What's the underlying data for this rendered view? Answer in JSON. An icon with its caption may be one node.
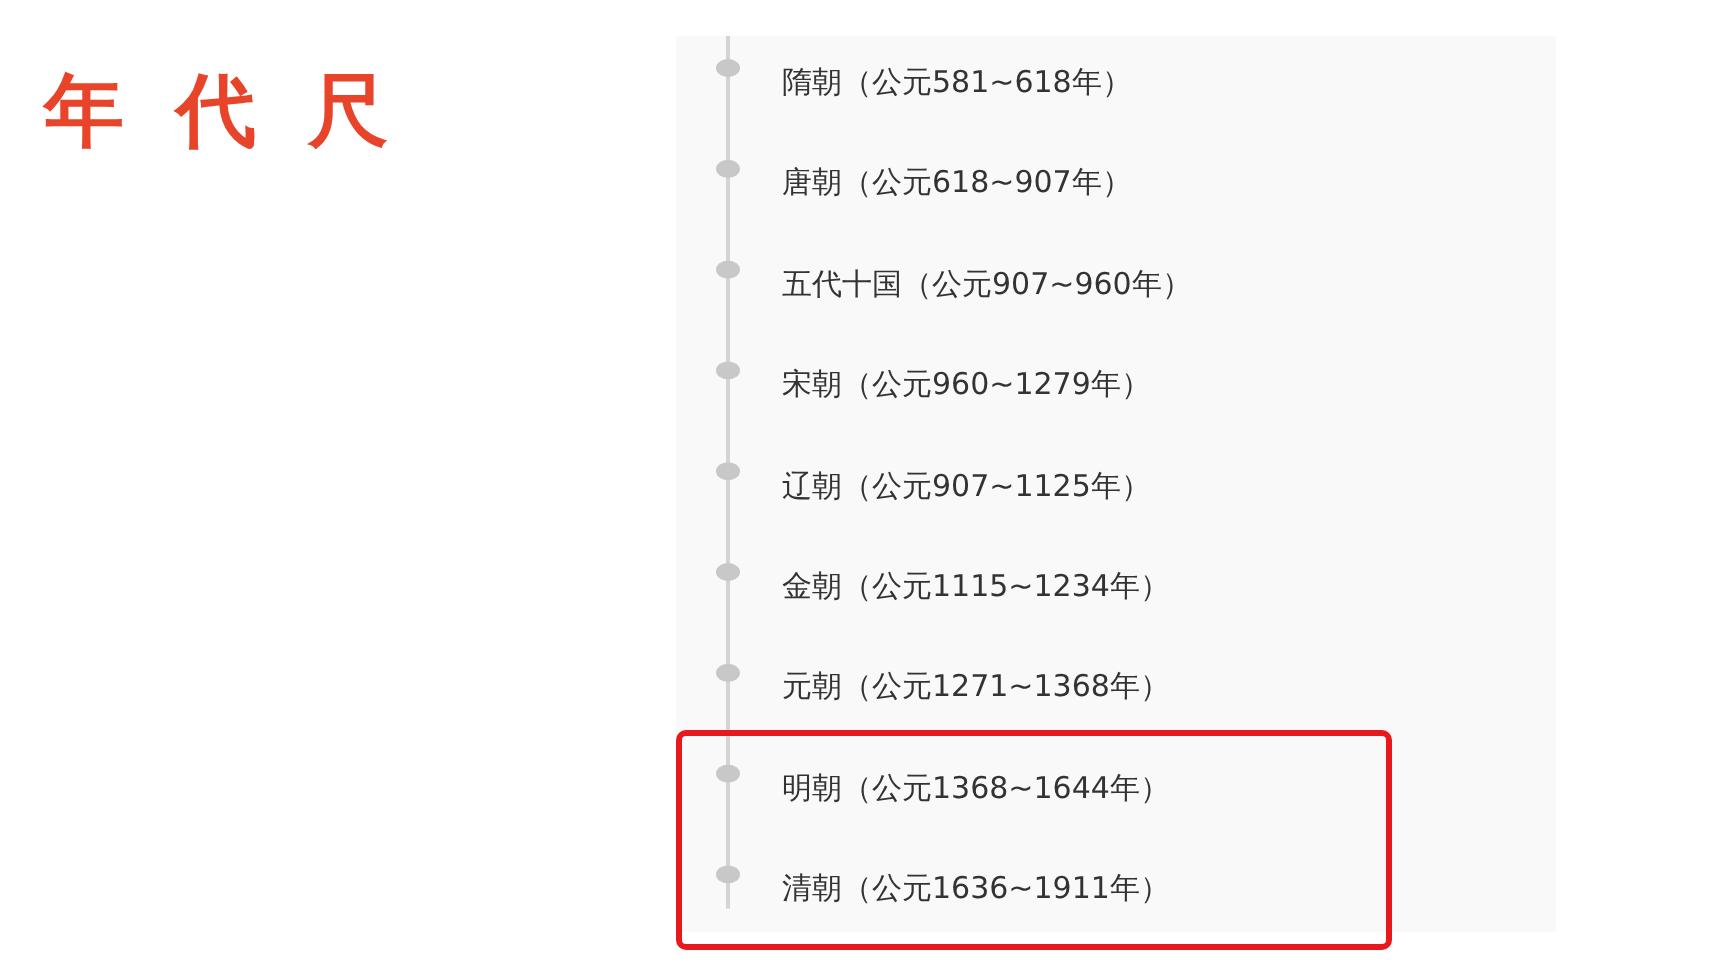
{
  "diagram": {
    "title": "年代尺",
    "nodes": [
      {
        "text": [
          "隋朝（公元581~618年）"
        ]
      },
      {
        "text": [
          "唐朝（公元618~907年）"
        ]
      },
      {
        "text": [
          "五代十国（公元907~960年）"
        ]
      },
      {
        "text": [
          "宋朝（公元960~1279年）"
        ]
      },
      {
        "text": [
          "辽朝（公元907~1125年）"
        ]
      },
      {
        "text": [
          "金朝（公元1115~1234年）"
        ]
      },
      {
        "text": [
          "元朝（公元1271~1368年）"
        ]
      },
      {
        "text": [],
        "shape": "box"
      },
      {
        "text": [
          "明朝（公元1368~1644年）"
        ],
        "in": 7
      },
      {
        "text": [
          "清朝（公元1636~1911年）"
        ],
        "in": 7
      }
    ]
  }
}
